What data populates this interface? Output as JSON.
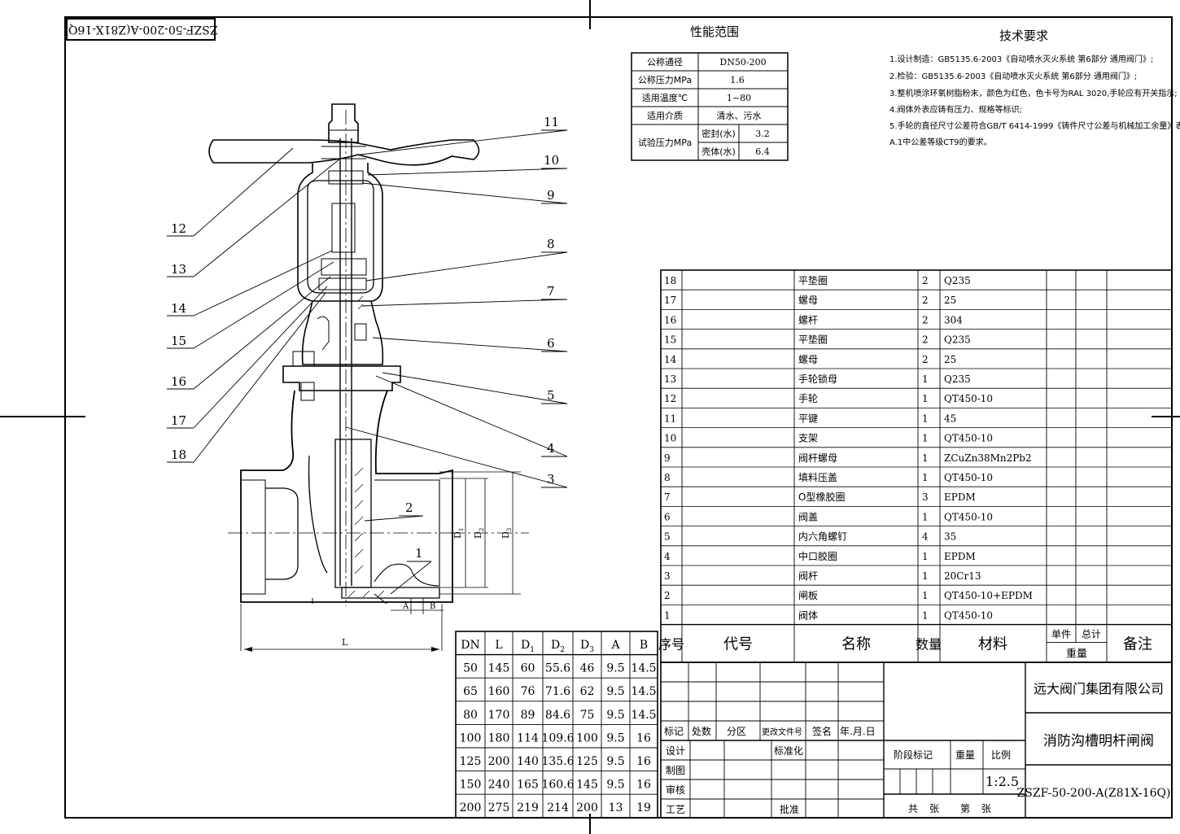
{
  "stamp": "ZSZF-50-200-A(Z81X-16Q)",
  "performance": {
    "title": "性能范围",
    "rows": [
      {
        "label": "公称通径",
        "value": "DN50-200"
      },
      {
        "label": "公称压力MPa",
        "value": "1.6"
      },
      {
        "label": "适用温度℃",
        "value": "1~80"
      },
      {
        "label": "适用介质",
        "value": "清水、污水"
      }
    ],
    "test_label": "试验压力MPa",
    "test_rows": [
      {
        "label": "密封(水)",
        "value": "3.2"
      },
      {
        "label": "壳体(水)",
        "value": "6.4"
      }
    ]
  },
  "tech": {
    "title": "技术要求",
    "lines": [
      "1.设计制造：GB5135.6-2003《自动喷水灭火系统 第6部分 通用阀门》;",
      "2.检验：GB5135.6-2003《自动喷水灭火系统 第6部分 通用阀门》;",
      "3.整机喷涂环氧树脂粉末，颜色为红色，色卡号为RAL 3020,手轮应有开关指示;",
      "4.阀体外表应铸有压力、规格等标识;",
      "5.手轮的直径尺寸公差符合GB/T 6414-1999《铸件尺寸公差与机械加工余量》表",
      "A.1中公差等级CT9的要求。"
    ]
  },
  "callouts": [
    "1",
    "2",
    "3",
    "4",
    "5",
    "6",
    "7",
    "8",
    "9",
    "10",
    "11",
    "12",
    "13",
    "14",
    "15",
    "16",
    "17",
    "18"
  ],
  "dim_labels": {
    "D1": "D",
    "D1s": "1",
    "D2": "D",
    "D2s": "2",
    "D3": "D",
    "D3s": "3",
    "A": "A",
    "B": "B",
    "L": "L"
  },
  "bom": {
    "rows": [
      {
        "no": "18",
        "name": "平垫圈",
        "qty": "2",
        "mat": "Q235"
      },
      {
        "no": "17",
        "name": "螺母",
        "qty": "2",
        "mat": "25"
      },
      {
        "no": "16",
        "name": "螺杆",
        "qty": "2",
        "mat": "304"
      },
      {
        "no": "15",
        "name": "平垫圈",
        "qty": "2",
        "mat": "Q235"
      },
      {
        "no": "14",
        "name": "螺母",
        "qty": "2",
        "mat": "25"
      },
      {
        "no": "13",
        "name": "手轮锁母",
        "qty": "1",
        "mat": "Q235"
      },
      {
        "no": "12",
        "name": "手轮",
        "qty": "1",
        "mat": "QT450-10"
      },
      {
        "no": "11",
        "name": "平键",
        "qty": "1",
        "mat": "45"
      },
      {
        "no": "10",
        "name": "支架",
        "qty": "1",
        "mat": "QT450-10"
      },
      {
        "no": "9",
        "name": "阀杆螺母",
        "qty": "1",
        "mat": "ZCuZn38Mn2Pb2"
      },
      {
        "no": "8",
        "name": "填料压盖",
        "qty": "1",
        "mat": "QT450-10"
      },
      {
        "no": "7",
        "name": "O型橡胶圈",
        "qty": "3",
        "mat": "EPDM"
      },
      {
        "no": "6",
        "name": "阀盖",
        "qty": "1",
        "mat": "QT450-10"
      },
      {
        "no": "5",
        "name": "内六角螺钉",
        "qty": "4",
        "mat": "35"
      },
      {
        "no": "4",
        "name": "中口胶圈",
        "qty": "1",
        "mat": "EPDM"
      },
      {
        "no": "3",
        "name": "阀杆",
        "qty": "1",
        "mat": "20Cr13"
      },
      {
        "no": "2",
        "name": "闸板",
        "qty": "1",
        "mat": "QT450-10+EPDM"
      },
      {
        "no": "1",
        "name": "阀体",
        "qty": "1",
        "mat": "QT450-10"
      }
    ],
    "header": {
      "no": "序号",
      "code": "代号",
      "name": "名称",
      "qty": "数量",
      "mat": "材料",
      "unit_w": "单件",
      "total_w": "总计",
      "weight": "重量",
      "remark": "备注"
    }
  },
  "dims": {
    "headers": [
      "DN",
      "L",
      "D1",
      "D2",
      "D3",
      "A",
      "B"
    ],
    "rows": [
      [
        "50",
        "145",
        "60",
        "55.6",
        "46",
        "9.5",
        "14.5"
      ],
      [
        "65",
        "160",
        "76",
        "71.6",
        "62",
        "9.5",
        "14.5"
      ],
      [
        "80",
        "170",
        "89",
        "84.6",
        "75",
        "9.5",
        "14.5"
      ],
      [
        "100",
        "180",
        "114",
        "109.6",
        "100",
        "9.5",
        "16"
      ],
      [
        "125",
        "200",
        "140",
        "135.6",
        "125",
        "9.5",
        "16"
      ],
      [
        "150",
        "240",
        "165",
        "160.6",
        "145",
        "9.5",
        "16"
      ],
      [
        "200",
        "275",
        "219",
        "214",
        "200",
        "13",
        "19"
      ]
    ]
  },
  "title_block": {
    "company": "远大阀门集团有限公司",
    "product": "消防沟槽明杆闸阀",
    "drawing_no": "ZSZF-50-200-A(Z81X-16Q)",
    "scale": "1:2.5",
    "labels": {
      "mark": "标记",
      "count": "处数",
      "zone": "分区",
      "change_doc": "更改文件号",
      "sign": "签名",
      "date": "年.月.日",
      "design": "设计",
      "standard": "标准化",
      "draw": "制图",
      "check": "审核",
      "process": "工艺",
      "approve": "批准",
      "stage": "阶段标记",
      "weight": "重量",
      "scale_lbl": "比例",
      "total": "共",
      "sheet": "张",
      "page": "第",
      "sheet2": "张"
    }
  }
}
